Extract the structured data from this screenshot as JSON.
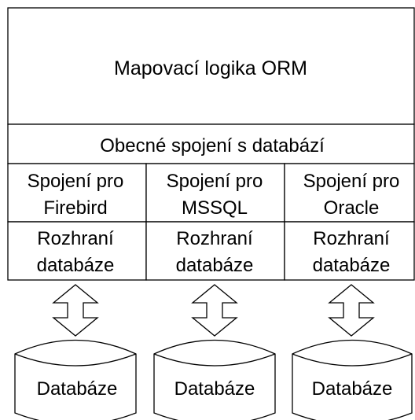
{
  "orm_layer": {
    "label": "Mapovací logika ORM"
  },
  "generic_connection": {
    "label": "Obecné spojení s databází"
  },
  "columns": [
    {
      "connection": {
        "line1": "Spojení pro",
        "line2": "Firebird"
      },
      "interface": {
        "line1": "Rozhraní",
        "line2": "databáze"
      },
      "database": {
        "label": "Databáze"
      }
    },
    {
      "connection": {
        "line1": "Spojení pro",
        "line2": "MSSQL"
      },
      "interface": {
        "line1": "Rozhraní",
        "line2": "databáze"
      },
      "database": {
        "label": "Databáze"
      }
    },
    {
      "connection": {
        "line1": "Spojení pro",
        "line2": "Oracle"
      },
      "interface": {
        "line1": "Rozhraní",
        "line2": "databáze"
      },
      "database": {
        "label": "Databáze"
      }
    }
  ]
}
